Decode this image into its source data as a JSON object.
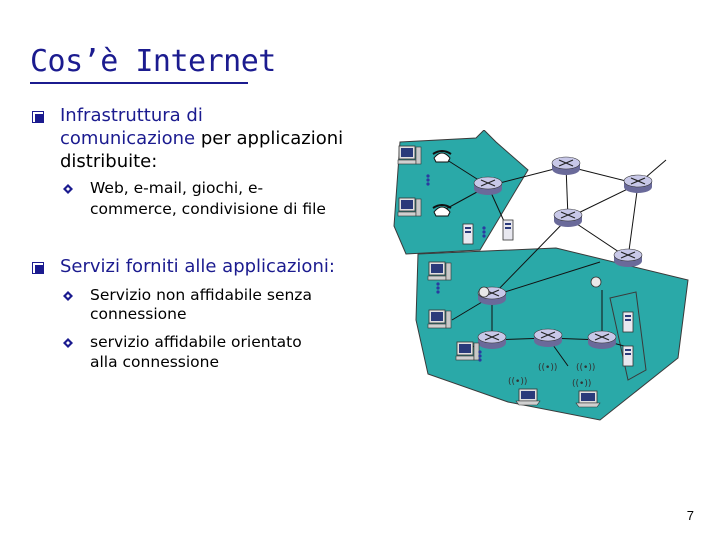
{
  "slide": {
    "title": "Cos’è Internet",
    "page_number": "7",
    "bullets": [
      {
        "line1_highlight": "Infrastruttura di",
        "line2_highlight": "comunicazione",
        "line2_rest": " per applicazioni",
        "line3": "distribuite:",
        "sub": [
          {
            "line1": "Web, e-mail, giochi, e-",
            "line2": "commerce, condivisione di file"
          }
        ]
      },
      {
        "text": "Servizi forniti alle applicazioni:",
        "sub": [
          {
            "line1": "Servizio non affidabile senza",
            "line2": "connessione"
          },
          {
            "line1": "servizio affidabile orientato",
            "line2": "alla connessione"
          }
        ]
      }
    ]
  },
  "colors": {
    "title": "#1b1b8f",
    "network_fill": "#2aa9a8",
    "network_stroke": "#3a3a3a",
    "router_fill": "#b8b8d8"
  }
}
